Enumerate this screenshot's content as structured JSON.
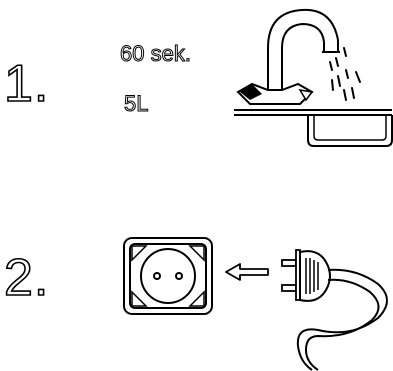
{
  "steps": [
    {
      "number": "1.",
      "duration": "60 sek.",
      "volume": "5L"
    },
    {
      "number": "2."
    }
  ]
}
